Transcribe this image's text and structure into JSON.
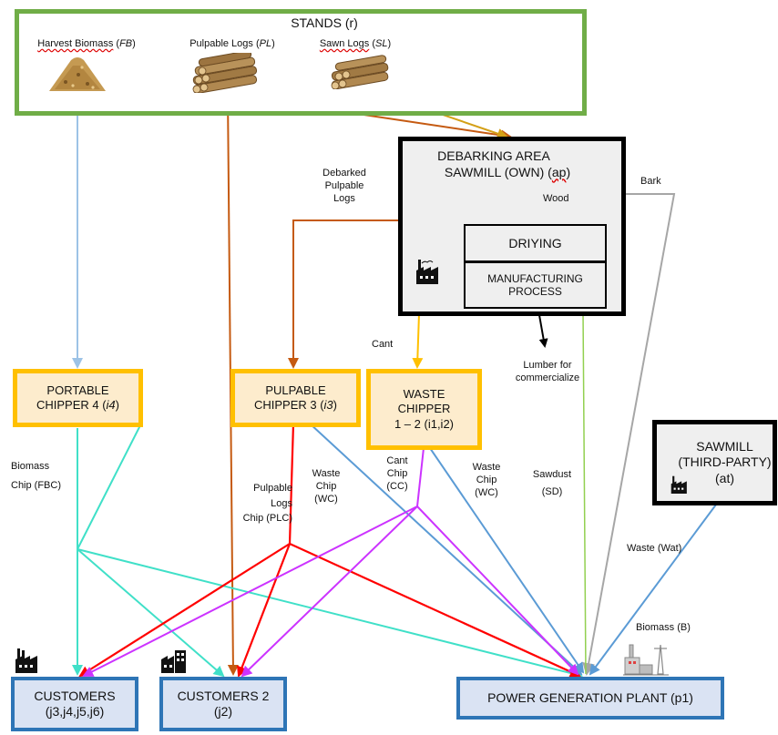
{
  "stands": {
    "title": "STANDS (r)",
    "harvest": {
      "name": "Harvest Biomass",
      "code": "FB"
    },
    "pulpable": {
      "name": "Pulpable Logs",
      "code": "PL"
    },
    "sawn": {
      "name": "Sawn Logs",
      "code": "SL"
    }
  },
  "debarking": {
    "line1": "DEBARKING AREA",
    "line2": "SAWMILL (OWN) (ap)"
  },
  "drying": "DRIYING",
  "manufacturing": {
    "line1": "MANUFACTURING",
    "line2": "PROCESS"
  },
  "portable": {
    "line1": "PORTABLE",
    "line2": "CHIPPER 4 (",
    "code": "i4",
    "close": ")"
  },
  "pulpable_chipper": {
    "line1": "PULPABLE",
    "line2": "CHIPPER 3 (",
    "code": "i3",
    "close": ")"
  },
  "waste_chipper": {
    "line1": "WASTE",
    "line2": "CHIPPER",
    "line3": "1 – 2 (i1,i2)"
  },
  "third_party": {
    "line1": "SAWMILL",
    "line2": "(THIRD-PARTY)",
    "line3": "(at)"
  },
  "customers1": {
    "line1": "CUSTOMERS",
    "line2": "(j3,j4,j5,j6)"
  },
  "customers2": {
    "line1": "CUSTOMERS 2",
    "line2": "(j2)"
  },
  "power": "POWER GENERATION PLANT (p1)",
  "flow_labels": {
    "debarked": [
      "Debarked",
      "Pulpable",
      "Logs"
    ],
    "wood": "Wood",
    "bark": "Bark",
    "cant": "Cant",
    "lumber": [
      "Lumber for",
      "commercialize"
    ],
    "biomass_chip": [
      "Biomass",
      "Chip (FBC)"
    ],
    "plc": [
      "Pulpable",
      "Logs",
      "Chip (PLC)"
    ],
    "wc1": [
      "Waste",
      "Chip",
      "(WC)"
    ],
    "cc": [
      "Cant",
      "Chip",
      "(CC)"
    ],
    "wc2": [
      "Waste",
      "Chip",
      "(WC)"
    ],
    "sawdust": [
      "Sawdust",
      "(SD)"
    ],
    "waste_wat": "Waste (Wat)",
    "biomass_b": "Biomass (B)"
  },
  "colors": {
    "green_border": "#70ad47",
    "orange_border": "#ffc000",
    "orange_fill": "#fdeccd",
    "blue_border": "#2e75b6",
    "blue_fill": "#dae3f3",
    "light_blue_line": "#9dc3e6",
    "cyan_line": "#40e0c8",
    "brown_line": "#c55a11",
    "gold_line": "#d4a017",
    "red_line": "#ff0000",
    "magenta_line": "#cc33ff",
    "steel_blue_line": "#5b9bd5",
    "light_green_line": "#92d050",
    "gray_line": "#a6a6a6"
  },
  "icons": [
    "wood-chip-pile-icon",
    "log-pile-icon",
    "factory-icon",
    "power-plant-icon"
  ]
}
